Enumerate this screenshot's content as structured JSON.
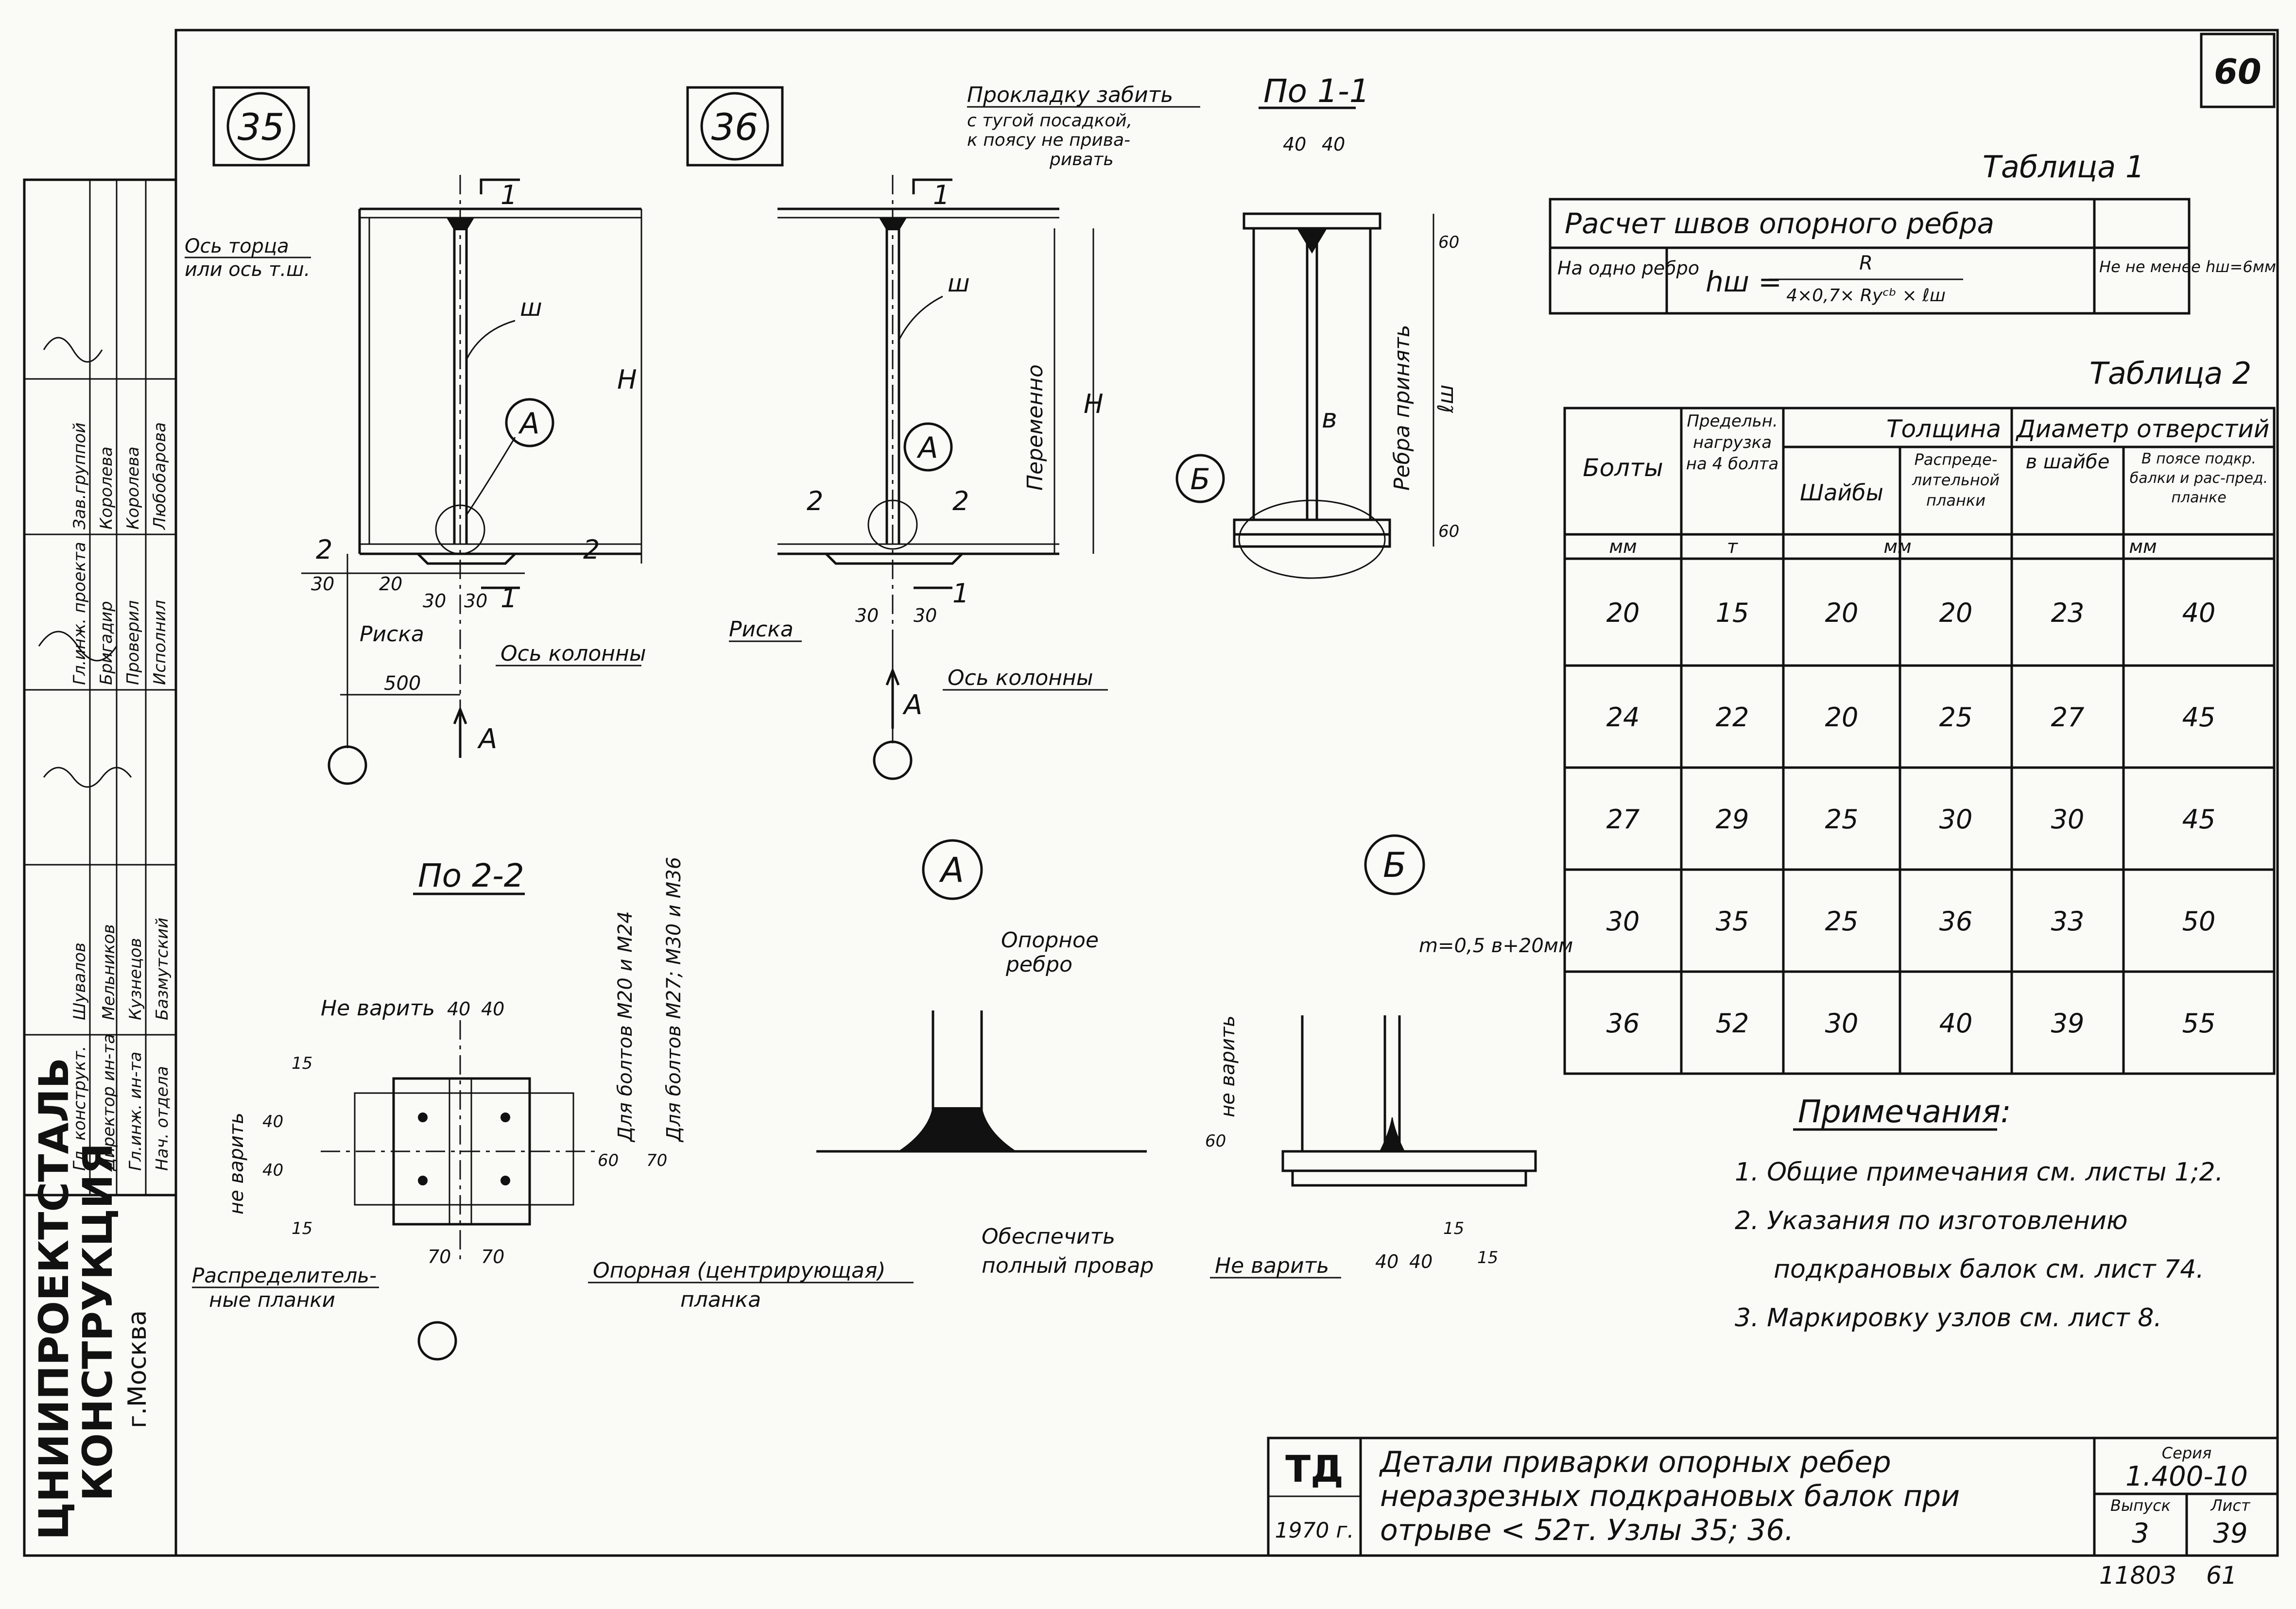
{
  "sheet": {
    "number": "60",
    "hand_number": "11803",
    "hand_number2": "61"
  },
  "org": {
    "name_line1": "ЦНИИПРОЕКТСТАЛЬ",
    "name_line2": "КОНСТРУКЦИЯ",
    "city": "г.Москва"
  },
  "stamp": {
    "rows": [
      {
        "role": "Директор ин-та",
        "name": "Мельников"
      },
      {
        "role": "Гл.инж. ин-та",
        "name": "Кузнецов"
      },
      {
        "role": "Нач. отдела",
        "name": "Базмутский"
      },
      {
        "role": "Гл. конструкт.",
        "name": "Шувалов"
      },
      {
        "role": "Гл.инж. проекта",
        "name": ""
      },
      {
        "role": "Бригадир",
        "name": ""
      },
      {
        "role": "Проверил",
        "name": ""
      },
      {
        "role": "Исполнил",
        "name": ""
      },
      {
        "role": "Зав.группой",
        "name": "Королева"
      },
      {
        "role": "",
        "name": "Королева"
      },
      {
        "role": "",
        "name": "Любобарова"
      }
    ]
  },
  "nodes": {
    "n35": "35",
    "n36": "36"
  },
  "labels": {
    "section11": "По 1-1",
    "section22": "По 2-2",
    "gasket_note_l1": "Прокладку забить",
    "gasket_note_l2": "с тугой посадкой,",
    "gasket_note_l3": "к поясу не прива-",
    "gasket_note_l4": "ривать",
    "axis_face_l1": "Ось торца",
    "axis_face_l2": "или ось т.ш.",
    "weld_w": "ш",
    "detail_a": "А",
    "detail_b": "Б",
    "mark1": "1",
    "mark2": "2",
    "height_H": "Н",
    "variable": "Переменно",
    "riska": "Риска",
    "column_axis": "Ось колонны",
    "arrow_a": "А",
    "dim_500": "500",
    "dim_30": "30",
    "dim_20": "20",
    "dim_40": "40",
    "dim_60": "60",
    "dim_70": "70",
    "dim_15": "15",
    "rib_accepted": "Ребра принять",
    "lw": "ℓш",
    "b": "в",
    "no_weld": "Не варить",
    "no_weld_vert": "не варить",
    "bolts_m20": "Для болтов М20 и М24",
    "bolts_m27": "Для болтов М27; М30 и М36",
    "distr_plates_l1": "Распределитель-",
    "distr_plates_l2": "ные планки",
    "support_plate_l1": "Опорная (центрирующая)",
    "support_plate_l2": "планка",
    "support_rib_l1": "Опорное",
    "support_rib_l2": "ребро",
    "penetration_l1": "Обеспечить",
    "penetration_l2": "полный провар",
    "m_formula": "m=0,5 в+20мм"
  },
  "table1": {
    "title": "Таблица 1",
    "header": "Расчет швов опорного ребра",
    "row_label": "На одно ребро",
    "formula_left": "hш =",
    "formula_num": "R",
    "formula_den": "4×0,7× Rуᶜᵇ × ℓш",
    "note": "Не не менее hш=6мм"
  },
  "table2": {
    "title": "Таблица 2",
    "headers": {
      "bolts": "Болты",
      "load": "Предельн. нагрузка на 4 болта",
      "thickness": "Толщина",
      "washers": "Шайбы",
      "distr": "Распреде-лительной планки",
      "diameter": "Диаметр отверстий",
      "in_washer": "в шайбе",
      "in_flange": "В поясе подкр. балки и рас-пред. планке"
    },
    "units": {
      "bolts": "мм",
      "load": "т",
      "thickness": "мм",
      "diameter": "мм"
    },
    "rows": [
      [
        "20",
        "15",
        "20",
        "20",
        "23",
        "40"
      ],
      [
        "24",
        "22",
        "20",
        "25",
        "27",
        "45"
      ],
      [
        "27",
        "29",
        "25",
        "30",
        "30",
        "45"
      ],
      [
        "30",
        "35",
        "25",
        "36",
        "33",
        "50"
      ],
      [
        "36",
        "52",
        "30",
        "40",
        "39",
        "55"
      ]
    ]
  },
  "notes": {
    "title": "Примечания:",
    "items": [
      "1. Общие примечания см. листы 1;2.",
      "2. Указания по изготовлению",
      "подкрановых балок см. лист 74.",
      "3. Маркировку узлов см. лист 8."
    ]
  },
  "title_block": {
    "td": "ТД",
    "year": "1970 г.",
    "title_l1": "Детали приварки опорных ребер",
    "title_l2": "неразрезных подкрановых балок при",
    "title_l3": "отрыве < 52т. Узлы 35; 36.",
    "series_label": "Серия",
    "series": "1.400-10",
    "issue_label": "Выпуск",
    "issue": "3",
    "sheet_label": "Лист",
    "sheet": "39"
  }
}
